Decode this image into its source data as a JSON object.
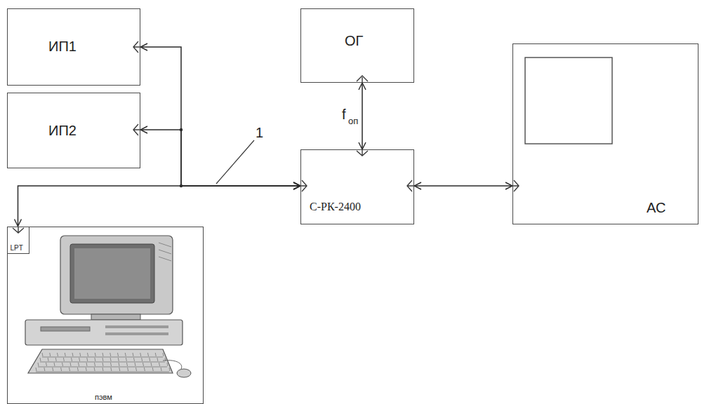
{
  "diagram": {
    "nodes": [
      {
        "text": [
          "ИП1"
        ]
      },
      {
        "text": [
          "ИП2"
        ]
      },
      {
        "text": [
          "ОГ"
        ]
      },
      {
        "text": [
          "С-РК-2400"
        ]
      },
      {
        "text": [
          "АС"
        ]
      },
      {
        "text": [
          "пэвм"
        ]
      },
      {
        "text": [
          "LPT"
        ],
        "in": 5
      }
    ],
    "edges": [
      {
        "from": 3,
        "to": 0,
        "arrow": "both"
      },
      {
        "from": 3,
        "to": 1,
        "arrow": "both"
      },
      {
        "from": 3,
        "to": 6,
        "arrow": "both"
      },
      {
        "from": 2,
        "to": 3,
        "arrow": "both"
      },
      {
        "from": 3,
        "to": 4,
        "arrow": "both"
      }
    ],
    "labels": [
      "1",
      "f",
      "оп"
    ]
  }
}
